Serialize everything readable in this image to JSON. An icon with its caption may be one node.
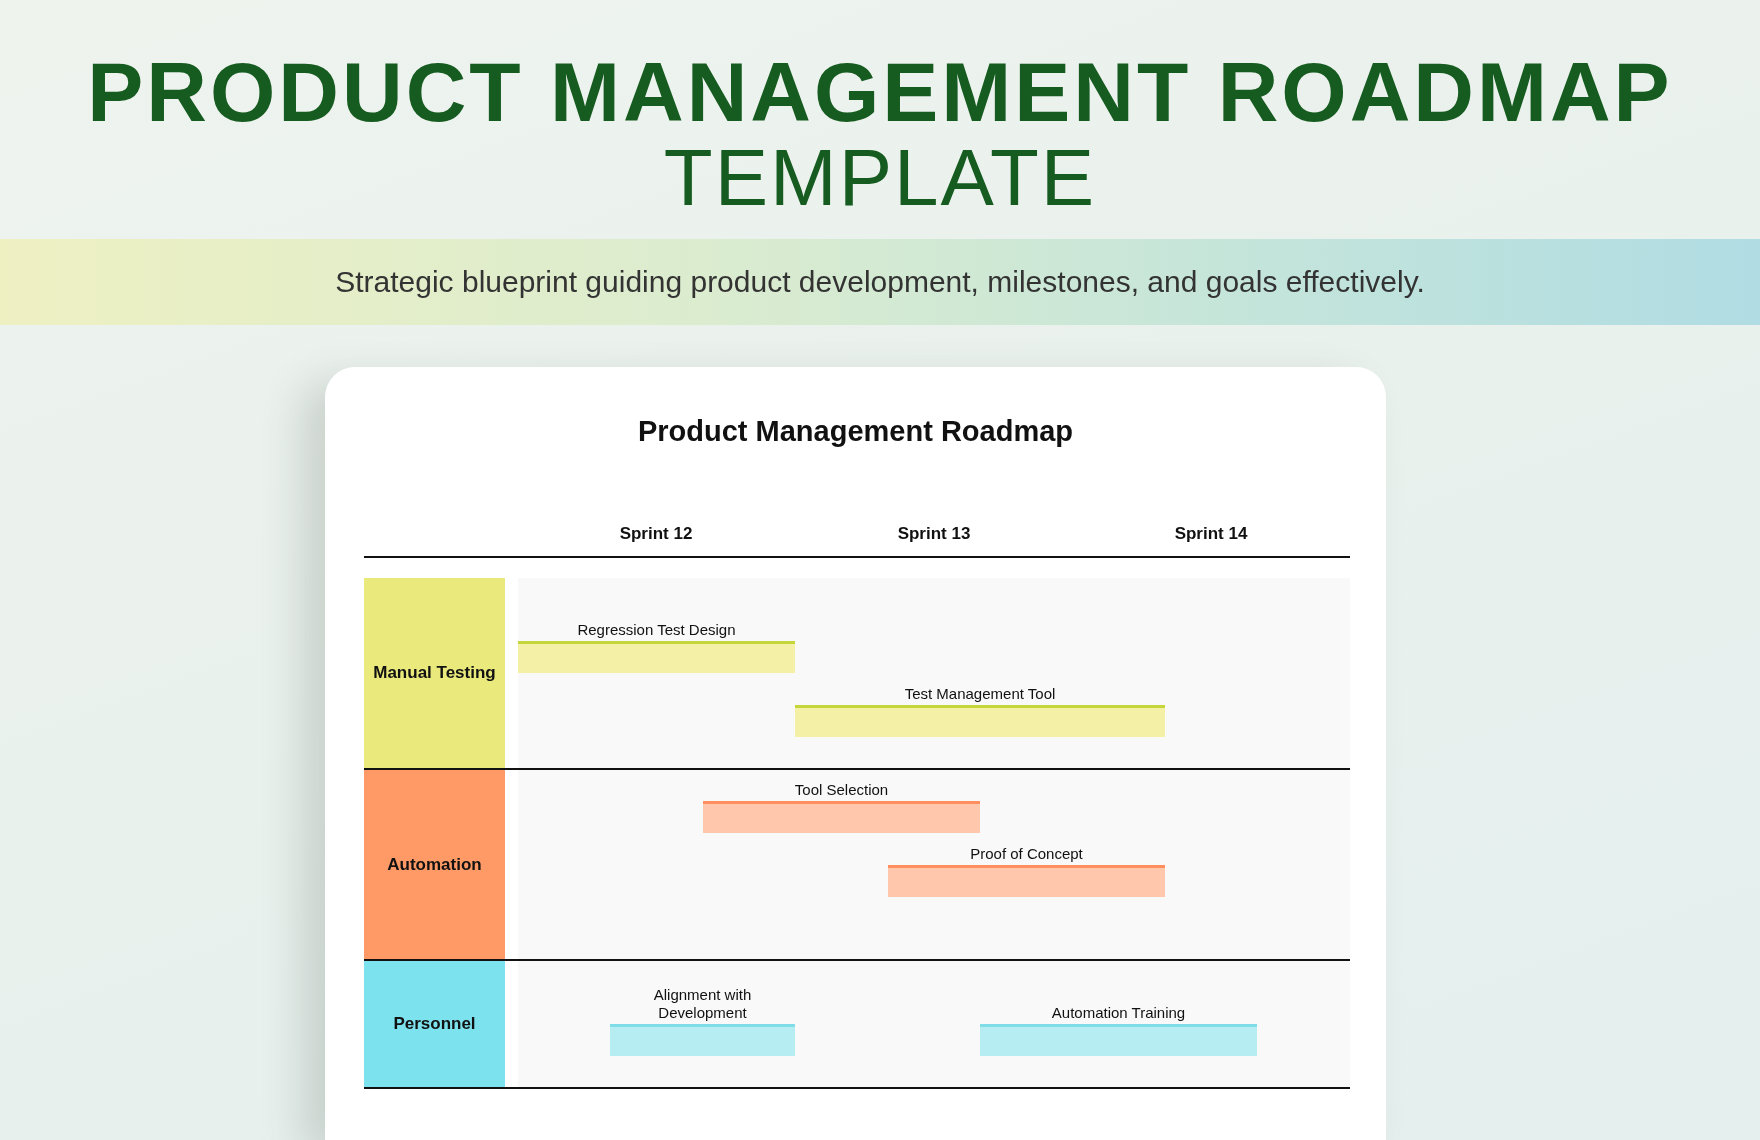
{
  "diagram": {
    "title": "**PRODUCT MANAGEMENT ROADMAP** TEMPLATE",
    "nodes": [
      {
        "text": [
          "Manual Testing"
        ]
      },
      {
        "text": [
          "Regression Test Design"
        ],
        "in": 0
      },
      {
        "text": [
          "Test Management Tool"
        ],
        "in": 0
      },
      {
        "text": [
          "Automation"
        ]
      },
      {
        "text": [
          "Tool Selection"
        ],
        "in": 3
      },
      {
        "text": [
          "Proof of Concept"
        ],
        "in": 3
      },
      {
        "text": [
          "Personnel"
        ]
      },
      {
        "text": [
          "Alignment with Development"
        ],
        "in": 6
      },
      {
        "text": [
          "Automation Training"
        ],
        "in": 6
      }
    ],
    "labels": [
      "Strategic blueprint guiding product development, milestones, and goals effectively.",
      "Product Management Roadmap",
      "Sprint 12",
      "Sprint 13",
      "Sprint 14"
    ]
  }
}
